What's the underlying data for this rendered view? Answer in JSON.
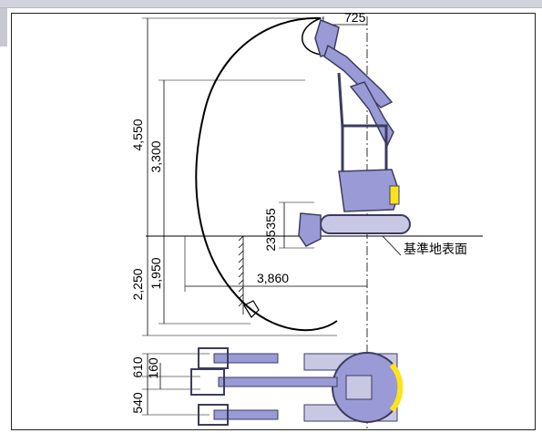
{
  "dimensions": {
    "top_offset": "725",
    "max_reach_height": "4,550",
    "max_dump_height": "3,300",
    "blade_lift": "355",
    "blade_depth": "235",
    "max_dig_depth": "2,250",
    "vertical_wall_depth": "1,950",
    "min_swing_radius": "3,860",
    "offset_right": "610",
    "offset_inner": "160",
    "offset_left": "540"
  },
  "labels": {
    "ground_reference": "基準地表面"
  },
  "colors": {
    "machine_body": "#9a9ad6",
    "machine_dark": "#3c3c60",
    "accent_yellow": "#ffe21a",
    "line": "#000000"
  }
}
